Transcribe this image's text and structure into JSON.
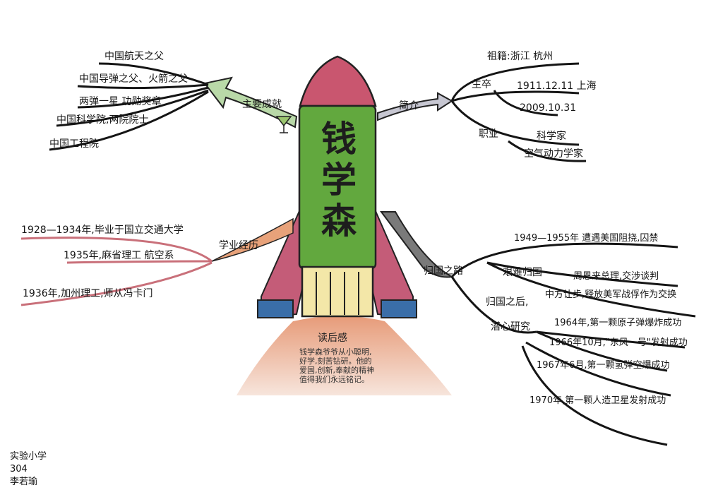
{
  "title_chars": [
    "钱",
    "学",
    "森"
  ],
  "branches": {
    "achievements": {
      "label": "主要成就",
      "items": [
        "中国航天之父",
        "中国导弹之父、火箭之父",
        "两弹一星 功勋奖章",
        "中国科学院,两院院士",
        "中国工程院"
      ]
    },
    "intro": {
      "label": "简介",
      "native": "祖籍:浙江 杭州",
      "life_label": "生卒",
      "born": "1911.12.11 上海",
      "died": "2009.10.31",
      "job_label": "职业",
      "jobs": [
        "科学家",
        "空气动力学家"
      ]
    },
    "education": {
      "label": "学业经历",
      "items": [
        "1928—1934年,毕业于国立交通大学",
        "1935年,麻省理工  航空系",
        "1936年,加州理工,师从冯卡门"
      ]
    },
    "return": {
      "label": "归国之路",
      "hard_label": "艰难归国",
      "hard_items": [
        "1949—1955年 遭遇美国阻挠,囚禁",
        "周恩来总理,交涉谈判",
        "中方让步,释放美军战俘作为交换"
      ],
      "after_label": "归国之后,",
      "after_label2": "潜心研究",
      "after_items": [
        "1964年,第一颗原子弹爆炸成功",
        "1966年10月,\"东风一号\"发射成功",
        "1967年6月,第一颗氢弹空爆成功",
        "1970年,第一颗人造卫星发射成功"
      ]
    }
  },
  "reflection": {
    "title": "读后感",
    "text": "钱学森爷爷从小聪明,好学,刻苦钻研。他的爱国,创新,奉献的精神值得我们永远铭记。"
  },
  "footer": {
    "school": "实验小学",
    "class": "304",
    "name": "李若瑜"
  },
  "colors": {
    "rocket_green": "#5fa83c",
    "rocket_red": "#c4506a",
    "flame": "#e89a6a",
    "edu_line": "#c9707a",
    "ink": "#1a1a1a"
  }
}
